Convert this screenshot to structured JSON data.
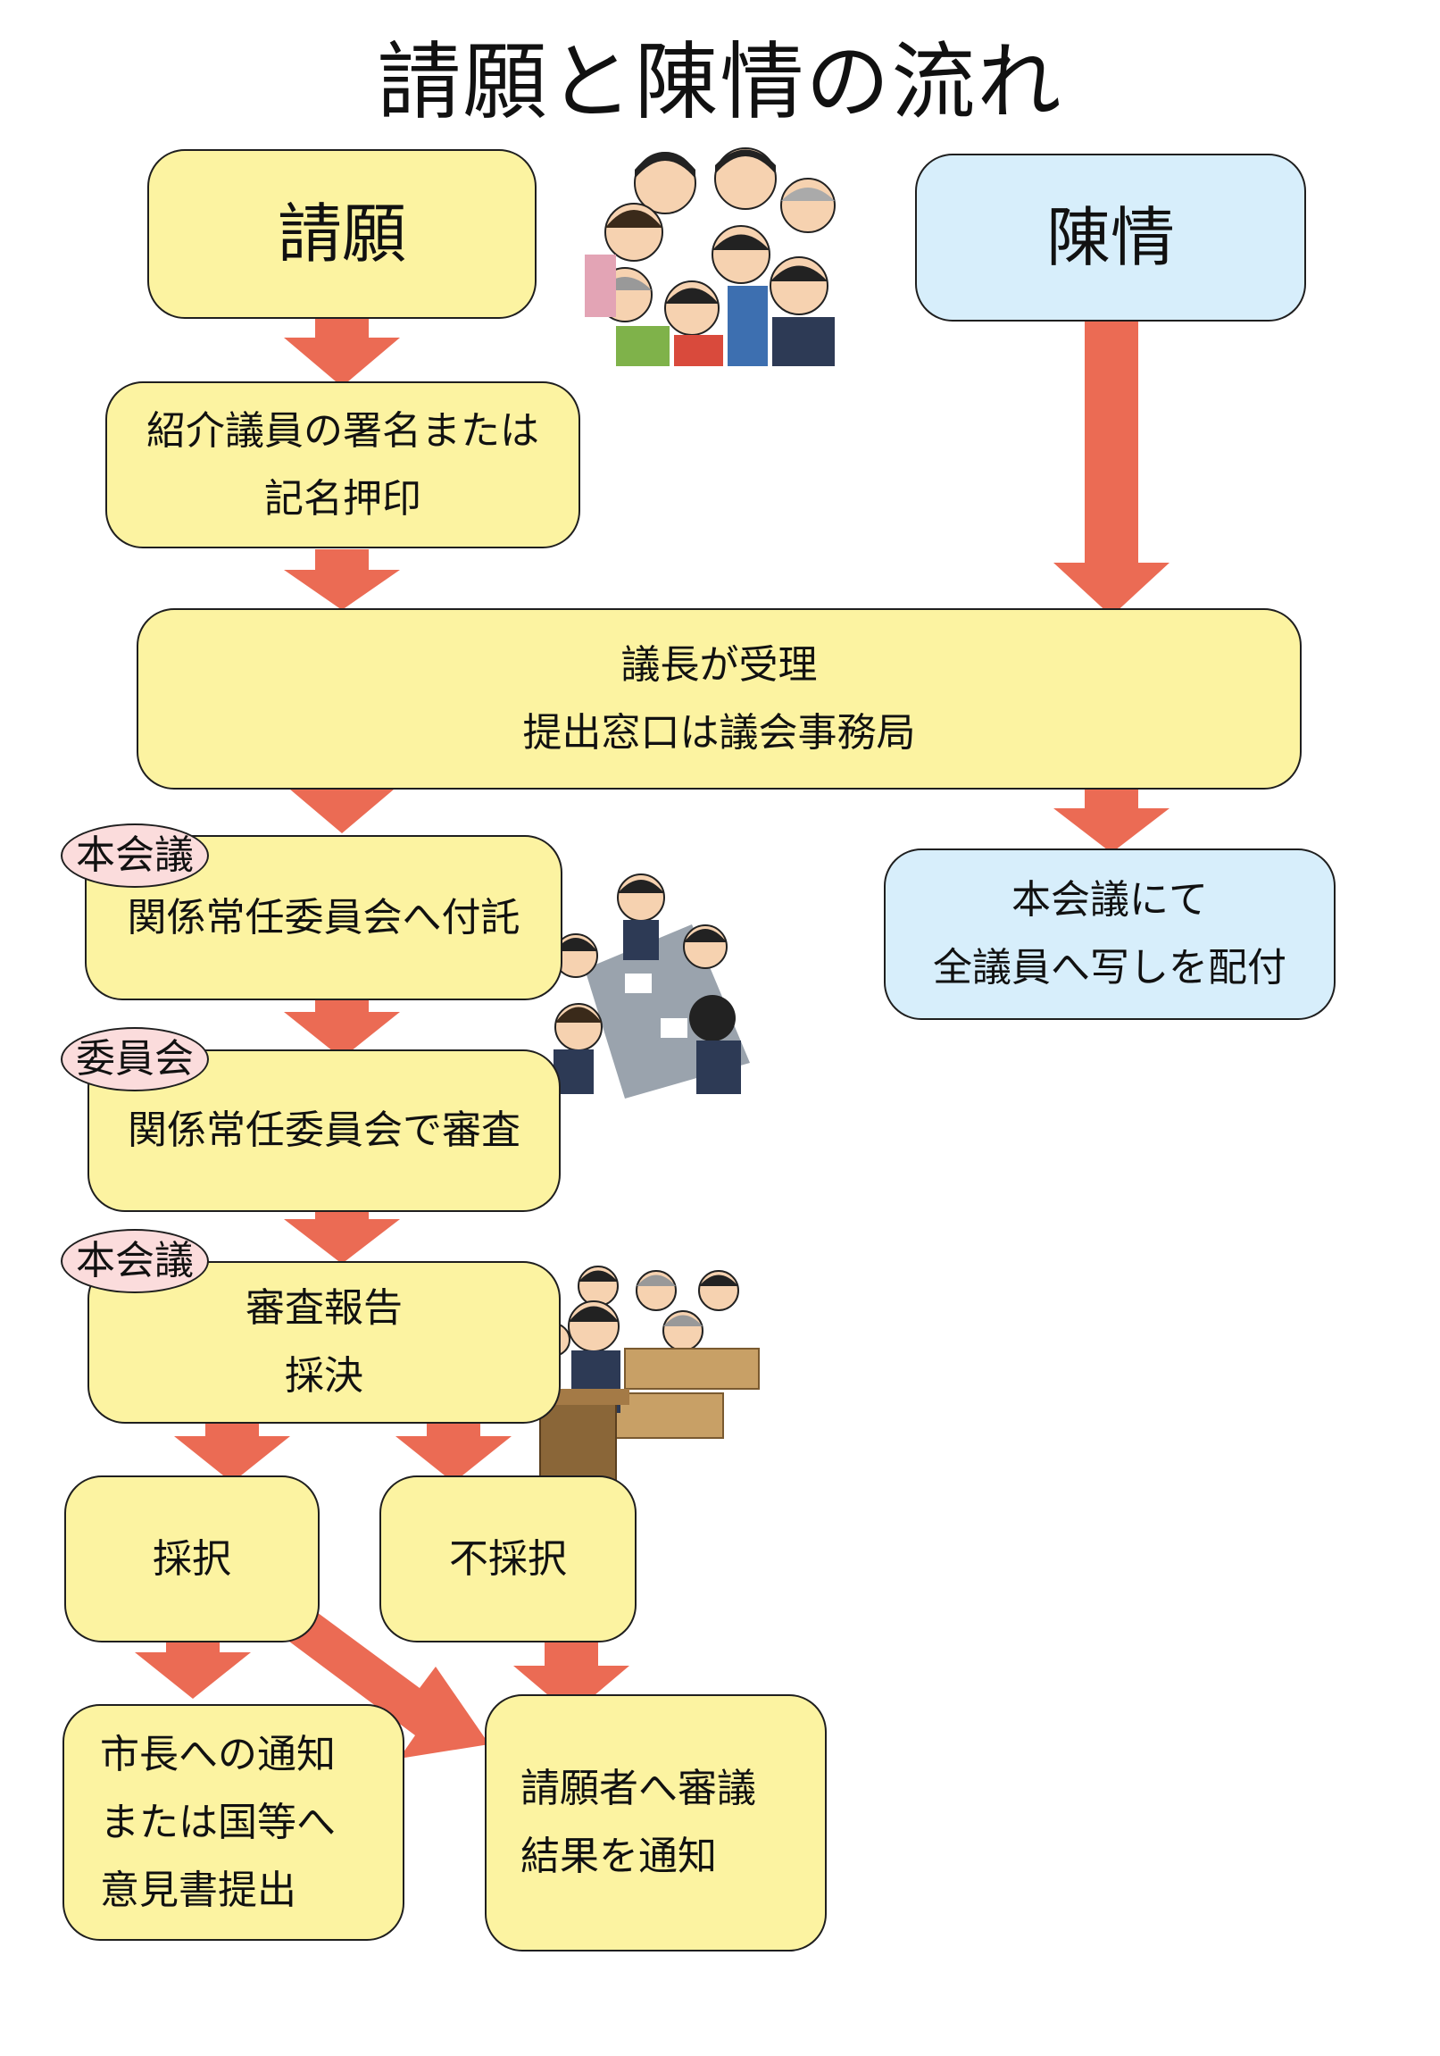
{
  "title": "請願と陳情の流れ",
  "colors": {
    "yellow_box": "#fcf3a1",
    "blue_box": "#d7eefb",
    "badge": "#fbdcdc",
    "arrow": "#eb6b54"
  },
  "boxes": {
    "petition": "請願",
    "chinjo": "陳情",
    "signature": [
      "紹介議員の署名または",
      "記名押印"
    ],
    "accept": [
      "議長が受理",
      "提出窓口は議会事務局"
    ],
    "distribute": [
      "本会議にて",
      "全議員へ写しを配付"
    ],
    "refer": "関係常任委員会へ付託",
    "review": "関係常任委員会で審査",
    "vote": [
      "審査報告",
      "採決"
    ],
    "adopt": "採択",
    "reject": "不採択",
    "notify_mayor": [
      "市長への通知",
      "または国等へ",
      "意見書提出"
    ],
    "notify_petitioner": [
      "請願者へ審議",
      "結果を通知"
    ]
  },
  "badges": {
    "plenary_1": "本会議",
    "committee": "委員会",
    "plenary_2": "本会議"
  }
}
